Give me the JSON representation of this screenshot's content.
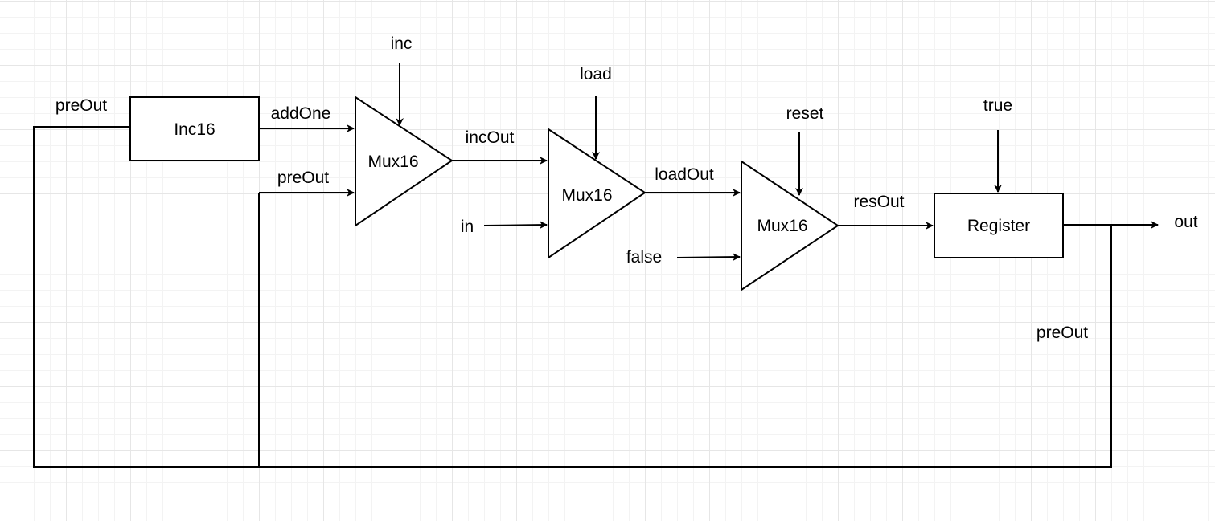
{
  "blocks": {
    "inc16": "Inc16",
    "mux_inc": "Mux16",
    "mux_load": "Mux16",
    "mux_reset": "Mux16",
    "register": "Register"
  },
  "signals": {
    "preout_left": "preOut",
    "add_one": "addOne",
    "preout_mid": "preOut",
    "inc": "inc",
    "inc_out": "incOut",
    "load": "load",
    "in": "in",
    "load_out": "loadOut",
    "reset": "reset",
    "false": "false",
    "res_out": "resOut",
    "true": "true",
    "out": "out",
    "preout_right": "preOut"
  }
}
